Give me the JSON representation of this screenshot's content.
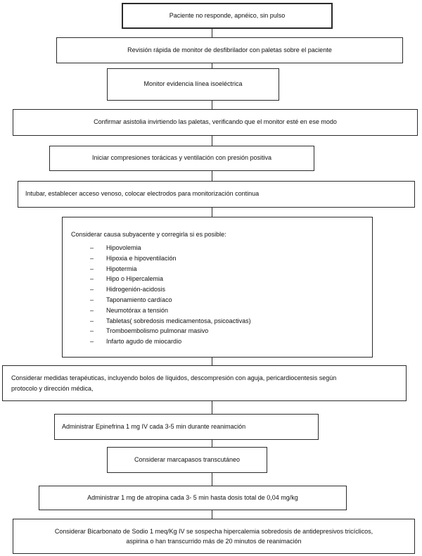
{
  "diagram": {
    "bullet": "–",
    "colors": {
      "border": "#2b2b2b",
      "background": "#ffffff",
      "text": "#111111"
    },
    "nodes": {
      "patient_unresponsive": "Paciente no responde, apnéico, sin pulso",
      "quick_monitor_check": "Revisión rápida de monitor de desfibrilador con paletas sobre el paciente",
      "monitor_isoelectric": "Monitor evidencia línea isoeléctrica",
      "confirm_asystole": "Confirmar asistolia invirtiendo las paletas, verificando que el monitor esté en ese modo",
      "start_compressions": "Iniciar compresiones torácicas y ventilación con presión positiva",
      "intubate_access": "Intubar, establecer acceso venoso, colocar electrodos para monitorización continua",
      "causes_title": "Considerar causa subyacente y corregirla si es posible:",
      "causes_items": [
        "Hipovolemia",
        "Hipoxia e hipoventilación",
        "Hipotermia",
        "Hipo o Hipercalemia",
        "Hidrogenión-acidosis",
        "Taponamiento cardíaco",
        "Neumotórax a tensión",
        "Tabletas( sobredosis medicamentosa, psicoactivas)",
        "Tromboembolismo pulmonar masivo",
        "Infarto agudo de miocardio"
      ],
      "therapeutic_line1": "Considerar medidas terapéuticas, incluyendo bolos de líquidos, descompresión con aguja,  pericardiocentesis según",
      "therapeutic_line2": "protocolo y dirección médica,",
      "epinephrine": "Administrar Epinefrina 1 mg IV cada 3-5 min durante reanimación",
      "pacemaker": "Considerar marcapasos transcutáneo",
      "atropine": "Administrar 1 mg de atropina cada 3- 5 min hasta dosis total de 0,04 mg/kg",
      "bicarbonate_line1": "Considerar Bicarbonato de Sodio 1 meq/Kg IV  se sospecha hipercalemia sobredosis de antidepresivos tricíclicos,",
      "bicarbonate_line2": "aspirina o han transcurrido más de 20 minutos de reanimación"
    }
  }
}
